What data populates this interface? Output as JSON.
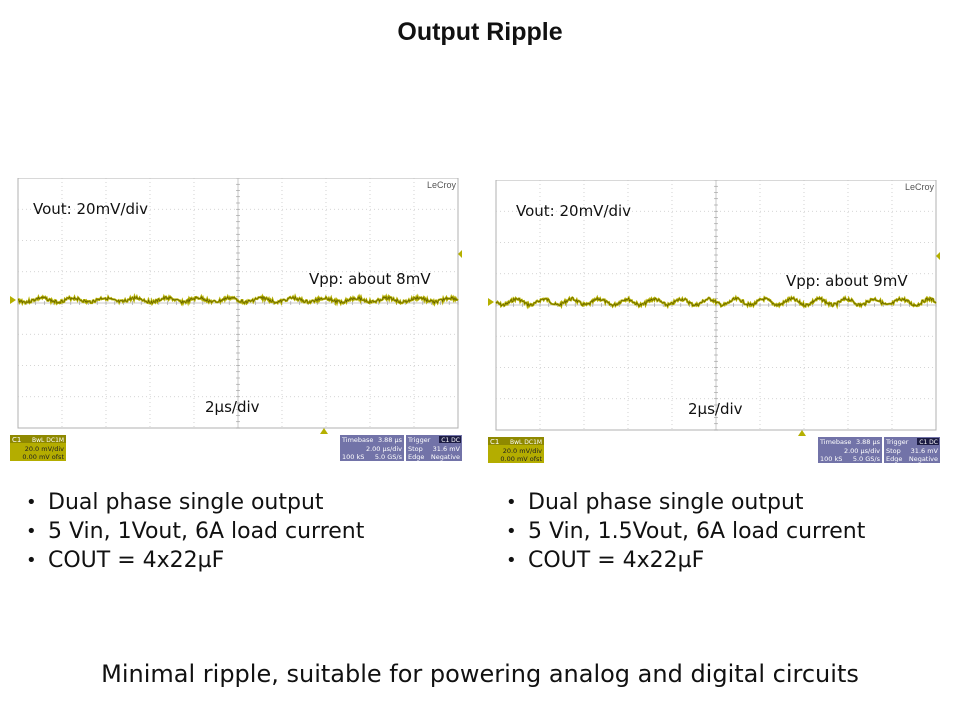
{
  "title": "Output Ripple",
  "scopes": [
    {
      "brand": "LeCroy",
      "vdiv_label": "Vout: 20mV/div",
      "vpp_label": "Vpp: about 8mV",
      "tdiv_label": "2µs/div",
      "ch": {
        "name": "C1",
        "tag": "BwL DC1M",
        "vdiv": "20.0 mV/div",
        "offset": "0.00 mV ofst"
      },
      "timebase": {
        "label": "Timebase",
        "value": "3.88 µs",
        "line2": "2.00 µs/div",
        "samples": "100 kS",
        "rate": "5.0 GS/s"
      },
      "trigger": {
        "label": "Trigger",
        "tag": "C1 DC",
        "mode": "Stop",
        "level": "31.6 mV",
        "type": "Edge",
        "slope": "Negative"
      }
    },
    {
      "brand": "LeCroy",
      "vdiv_label": "Vout: 20mV/div",
      "vpp_label": "Vpp: about 9mV",
      "tdiv_label": "2µs/div",
      "ch": {
        "name": "C1",
        "tag": "BwL DC1M",
        "vdiv": "20.0 mV/div",
        "offset": "0.00 mV ofst"
      },
      "timebase": {
        "label": "Timebase",
        "value": "3.88 µs",
        "line2": "2.00 µs/div",
        "samples": "100 kS",
        "rate": "5.0 GS/s"
      },
      "trigger": {
        "label": "Trigger",
        "tag": "C1 DC",
        "mode": "Stop",
        "level": "31.6 mV",
        "type": "Edge",
        "slope": "Negative"
      }
    }
  ],
  "bullets_left": [
    "Dual phase single output",
    "5 Vin, 1Vout, 6A load current",
    "COUT = 4x22µF"
  ],
  "bullets_right": [
    "Dual phase single output",
    "5 Vin, 1.5Vout, 6A load current",
    "COUT = 4x22µF"
  ],
  "footer": "Minimal ripple, suitable for powering analog and digital circuits",
  "colors": {
    "trace": "#b5b000",
    "trace_dark": "#5a5700",
    "grid": "#c8c8c8",
    "panel": "#7273a8",
    "ch_panel": "#b4ad00"
  }
}
